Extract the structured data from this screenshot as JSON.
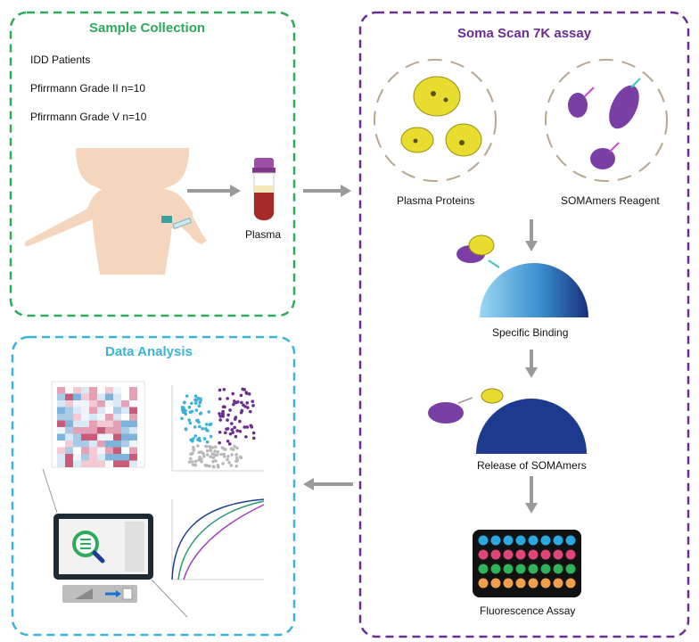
{
  "panels": {
    "sample_collection": {
      "title": "Sample Collection",
      "lines": [
        "IDD Patients",
        "Pfirrmann Grade II  n=10",
        "Pfirrmann Grade V  n=10"
      ],
      "plasma_label": "Plasma"
    },
    "soma_scan": {
      "title": "Soma Scan 7K assay",
      "plasma_proteins_label": "Plasma Proteins",
      "somamers_label": "SOMAmers Reagent",
      "binding_label": "Specific Binding",
      "release_label": "Release of SOMAmers",
      "fluorescence_label": "Fluorescence Assay"
    },
    "data_analysis": {
      "title": "Data Analysis"
    }
  },
  "colors": {
    "green": "#2eaa5c",
    "purple": "#6a2d91",
    "blue": "#3bb3d8",
    "arrow": "#9a9a9a",
    "skin": "#f3d6bd",
    "yellow_protein": "#e8dc2e",
    "somamer_purple": "#7a3fa5"
  }
}
